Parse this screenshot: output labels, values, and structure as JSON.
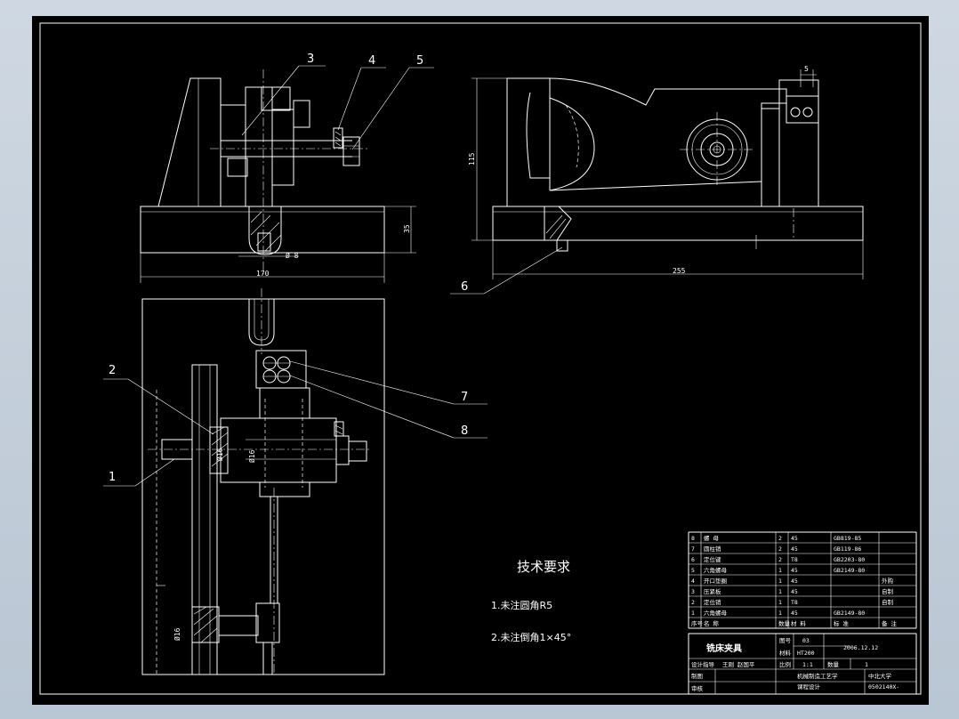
{
  "dimensions": {
    "width_base": "170",
    "height_base": "35",
    "height_total": "115",
    "length_side": "255",
    "gap_top": "5",
    "bore": "Ø 8",
    "bore_pin": "Ø16",
    "bore_bolt": "Ø16",
    "bore_lower": "Ø16"
  },
  "callouts": [
    "1",
    "2",
    "3",
    "4",
    "5",
    "6",
    "7",
    "8"
  ],
  "tech": {
    "title": "技术要求",
    "note1": "1.未注圆角R5",
    "note2": "2.未注倒角1×45°"
  },
  "bom": [
    {
      "no": "8",
      "name": "螺  母",
      "qty": "2",
      "mat": "45",
      "std": "GB819-85",
      "remark": ""
    },
    {
      "no": "7",
      "name": "圆柱销",
      "qty": "2",
      "mat": "45",
      "std": "GB119-86",
      "remark": ""
    },
    {
      "no": "6",
      "name": "定位键",
      "qty": "2",
      "mat": "T8",
      "std": "GB2203-80",
      "remark": ""
    },
    {
      "no": "5",
      "name": "六角螺母",
      "qty": "1",
      "mat": "45",
      "std": "GB2149-80",
      "remark": ""
    },
    {
      "no": "4",
      "name": "开口垫圈",
      "qty": "1",
      "mat": "45",
      "std": "",
      "remark": "外购"
    },
    {
      "no": "3",
      "name": "压紧板",
      "qty": "1",
      "mat": "45",
      "std": "",
      "remark": "自制"
    },
    {
      "no": "2",
      "name": "定位销",
      "qty": "1",
      "mat": "T8",
      "std": "",
      "remark": "自制"
    },
    {
      "no": "1",
      "name": "六角螺母",
      "qty": "1",
      "mat": "45",
      "std": "GB2149-80",
      "remark": ""
    }
  ],
  "bom_header": {
    "no": "序号",
    "name": "名  称",
    "qty": "数量",
    "mat": "材  料",
    "std": "标  准",
    "remark": "备  注"
  },
  "title_block": {
    "title": "铣床夹具",
    "drawing_no_label": "图号",
    "drawing_no": "03",
    "date": "2006.12.12",
    "material_label": "材料",
    "material": "HT200",
    "designer_label": "设计指导",
    "designer": "王刚 赵国平",
    "scale_label": "比例",
    "scale": "1:1",
    "qty_label": "数量",
    "qty": "1",
    "drawn_label": "制图",
    "checked_label": "审核",
    "course": "机械制造工艺学",
    "course2": "课程设计",
    "school": "中北大学",
    "class": "0502140X-"
  }
}
